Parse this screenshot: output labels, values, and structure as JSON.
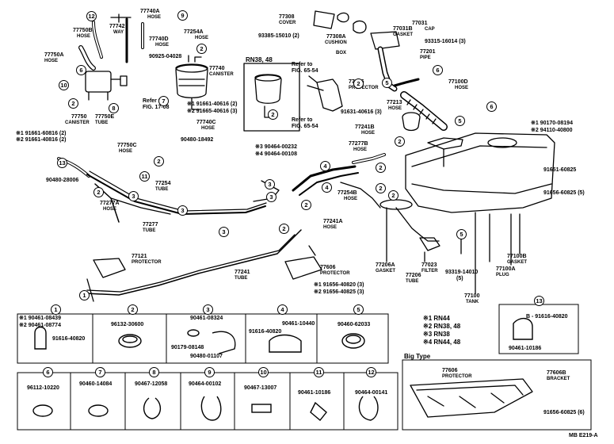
{
  "labels": {
    "p77740a_num": "77740A",
    "p77740a_name": "HOSE",
    "p77742_num": "77742",
    "p77742_name": "WAY",
    "p77750b_num": "77750B",
    "p77750b_name": "HOSE",
    "p77740d_num": "77740D",
    "p77740d_name": "HOSE",
    "p77254a_num": "77254A",
    "p77254a_name": "HOSE",
    "p90925": "90925-04028",
    "p77750a_num": "77750A",
    "p77750a_name": "HOSE",
    "p77740_num": "77740",
    "p77740_name": "CANISTER",
    "rn3848": "RN38, 48",
    "p77750_num": "77750",
    "p77750_name": "CANISTER",
    "p77750e_num": "77750E",
    "p77750e_name": "TUBE",
    "refer1708_a": "Refer to",
    "refer1708_b": "FIG. 17-08",
    "p91661_40616a": "※1 91661-40616 (2)",
    "p91665_40616": "※2 91665-40616 (3)",
    "p77740c_num": "77740C",
    "p77740c_name": "HOSE",
    "p91661_60816": "※1 91661-60816 (2)",
    "p91661_40816": "※2 91661-40816 (2)",
    "p90480_18492": "90480-18492",
    "p77750c_num": "77750C",
    "p77750c_name": "HOSE",
    "p90480_28006": "90480-28006",
    "p77308_num": "77308",
    "p77308_name": "COVER",
    "p93385": "93385-15010 (2)",
    "p77308a_num": "77308A",
    "p77308a_name": "CUSHION",
    "p77031_num": "77031",
    "p77031_name": "CAP",
    "p77031b_num": "77031B",
    "p77031b_name": "GASKET",
    "p93315": "93315-16014 (3)",
    "p77201_name": "BOX",
    "p77201_num": "77201",
    "p77201_name2": "PIPE",
    "refer6554a_a": "Refer to",
    "refer6554a_b": "FIG. 65-54",
    "refer6554b_a": "Refer to",
    "refer6554b_b": "FIG. 65-54",
    "p77286_num": "77286",
    "p77286_name": "PROTECTOR",
    "p77100d_num": "77100D",
    "p77100d_name": "HOSE",
    "p91631": "91631-40616 (3)",
    "p77213_num": "77213",
    "p77213_name": "HOSE",
    "p77241b_num": "77241B",
    "p77241b_name": "HOSE",
    "p90170": "※1 90170-08194",
    "p94110": "※2 94110-40800",
    "p90464_00232": "※3 90464-00232",
    "p90464_00108": "※4 90464-00108",
    "p77277b_num": "77277B",
    "p77277b_name": "HOSE",
    "p91651": "91651-60825",
    "p91656_5": "91656-60825 (5)",
    "p77254_num": "77254",
    "p77254_name": "TUBE",
    "p77277a_num": "77277A",
    "p77277a_name": "HOSE",
    "p77277_num": "77277",
    "p77277_name": "TUBE",
    "p77254b_num": "77254B",
    "p77254b_name": "HOSE",
    "p77241a_num": "77241A",
    "p77241a_name": "HOSE",
    "p77121_num": "77121",
    "p77121_name": "PROTECTOR",
    "p77241_num": "77241",
    "p77241_name": "TUBE",
    "p77606_num": "77606",
    "p77606_name": "PROTECTOR",
    "p91656_40820": "※1 91656-40820 (3)",
    "p91656_40825": "※2 91656-40825 (3)",
    "p77206a_num": "77206A",
    "p77206a_name": "GASKET",
    "p77206_num": "77206",
    "p77206_name": "TUBE",
    "p77023_num": "77023",
    "p77023_name": "FILTER",
    "p93319_num": "93319-14010",
    "p93319_qty": "(5)",
    "p77100b_num": "77100B",
    "p77100b_name": "GASKET",
    "p77100a_num": "77100A",
    "p77100a_name": "PLUG",
    "p77100_num": "77100",
    "p77100_name": "TANK",
    "legend1": "※1 RN44",
    "legend2": "※2 RN38, 48",
    "legend3": "※3 RN38",
    "legend4": "※4 RN44, 48",
    "bigtype": "Big Type",
    "bt_77606_num": "77606",
    "bt_77606_name": "PROTECTOR",
    "bt_77606b_num": "77606B",
    "bt_77606b_name": "BRACKET",
    "bt_91656": "91656-60825 (6)",
    "r13_a": "B - 91616-40820",
    "r13_b": "90461-10186",
    "figcode": "MB E219-A"
  },
  "callouts": [
    "1",
    "2",
    "3",
    "4",
    "5",
    "6",
    "7",
    "8",
    "9",
    "10",
    "11",
    "12",
    "13"
  ],
  "clamp_table_row1": {
    "c1_a": "※1 90461-08439",
    "c1_b": "※2 90461-08774",
    "c1_c": "91616-40820",
    "c2": "96132-30600",
    "c3_a": "90461-08324",
    "c3_b": "90179-08148",
    "c3_c": "90480-01107",
    "c4_a": "91616-40820",
    "c4_b": "90461-10440",
    "c5": "90460-62033"
  },
  "clamp_table_row2": {
    "c6": "96112-10220",
    "c7": "90460-14084",
    "c8": "90467-12058",
    "c9": "90464-00102",
    "c10": "90467-13007",
    "c11": "90461-10186",
    "c12": "90464-00141"
  }
}
